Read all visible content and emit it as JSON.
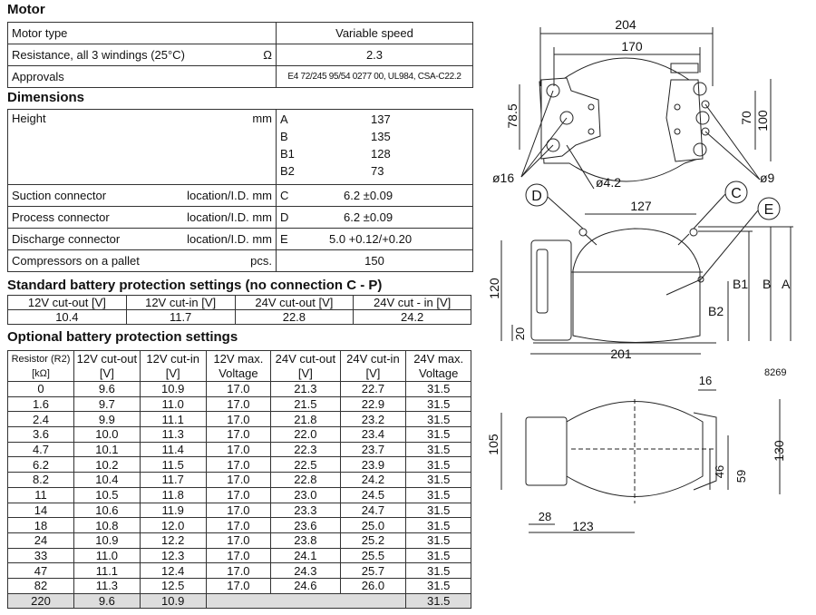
{
  "motor": {
    "heading": "Motor",
    "rows": [
      {
        "label": "Motor type",
        "unit": "",
        "value": "Variable speed"
      },
      {
        "label": "Resistance, all 3 windings (25°C)",
        "unit": "Ω",
        "value": "2.3"
      },
      {
        "label": "Approvals",
        "unit": "",
        "value": "E4 72/245 95/54 0277 00, UL984, CSA-C22.2"
      }
    ]
  },
  "dimensions": {
    "heading": "Dimensions",
    "height": {
      "label": "Height",
      "unit": "mm",
      "items": [
        {
          "k": "A",
          "v": "137"
        },
        {
          "k": "B",
          "v": "135"
        },
        {
          "k": "B1",
          "v": "128"
        },
        {
          "k": "B2",
          "v": "73"
        }
      ]
    },
    "rows": [
      {
        "label": "Suction connector",
        "unit": "location/I.D. mm",
        "k": "C",
        "v": "6.2 ±0.09"
      },
      {
        "label": "Process connector",
        "unit": "location/I.D. mm",
        "k": "D",
        "v": "6.2 ±0.09"
      },
      {
        "label": "Discharge connector",
        "unit": "location/I.D. mm",
        "k": "E",
        "v": "5.0 +0.12/+0.20"
      },
      {
        "label": "Compressors on a pallet",
        "unit": "pcs.",
        "k": "",
        "v": "150"
      }
    ]
  },
  "standard": {
    "heading": "Standard battery protection settings (no connection C - P)",
    "headers": [
      "12V cut-out [V]",
      "12V cut-in [V]",
      "24V cut-out [V]",
      "24V cut - in [V]"
    ],
    "values": [
      "10.4",
      "11.7",
      "22.8",
      "24.2"
    ]
  },
  "optional": {
    "heading": "Optional battery protection settings",
    "headers": [
      [
        "Resistor (R2)",
        "[kΩ]"
      ],
      [
        "12V cut-out",
        "[V]"
      ],
      [
        "12V cut-in",
        "[V]"
      ],
      [
        "12V max.",
        "Voltage"
      ],
      [
        "24V cut-out",
        "[V]"
      ],
      [
        "24V cut-in",
        "[V]"
      ],
      [
        "24V max.",
        "Voltage"
      ]
    ],
    "rows": [
      [
        "0",
        "9.6",
        "10.9",
        "17.0",
        "21.3",
        "22.7",
        "31.5"
      ],
      [
        "1.6",
        "9.7",
        "11.0",
        "17.0",
        "21.5",
        "22.9",
        "31.5"
      ],
      [
        "2.4",
        "9.9",
        "11.1",
        "17.0",
        "21.8",
        "23.2",
        "31.5"
      ],
      [
        "3.6",
        "10.0",
        "11.3",
        "17.0",
        "22.0",
        "23.4",
        "31.5"
      ],
      [
        "4.7",
        "10.1",
        "11.4",
        "17.0",
        "22.3",
        "23.7",
        "31.5"
      ],
      [
        "6.2",
        "10.2",
        "11.5",
        "17.0",
        "22.5",
        "23.9",
        "31.5"
      ],
      [
        "8.2",
        "10.4",
        "11.7",
        "17.0",
        "22.8",
        "24.2",
        "31.5"
      ],
      [
        "11",
        "10.5",
        "11.8",
        "17.0",
        "23.0",
        "24.5",
        "31.5"
      ],
      [
        "14",
        "10.6",
        "11.9",
        "17.0",
        "23.3",
        "24.7",
        "31.5"
      ],
      [
        "18",
        "10.8",
        "12.0",
        "17.0",
        "23.6",
        "25.0",
        "31.5"
      ],
      [
        "24",
        "10.9",
        "12.2",
        "17.0",
        "23.8",
        "25.2",
        "31.5"
      ],
      [
        "33",
        "11.0",
        "12.3",
        "17.0",
        "24.1",
        "25.5",
        "31.5"
      ],
      [
        "47",
        "11.1",
        "12.4",
        "17.0",
        "24.3",
        "25.7",
        "31.5"
      ],
      [
        "82",
        "11.3",
        "12.5",
        "17.0",
        "24.6",
        "26.0",
        "31.5"
      ]
    ],
    "last": [
      "220",
      "9.6",
      "10.9",
      "31.5"
    ]
  },
  "drawing": {
    "top": {
      "w204": "204",
      "w170": "170",
      "h78": "78.5",
      "h70": "70",
      "h100": "100",
      "d16": "ø16",
      "d42": "ø4.2",
      "d9": "ø9"
    },
    "side": {
      "D": "D",
      "C": "C",
      "E": "E",
      "w127": "127",
      "h120": "120",
      "h20": "20",
      "w201": "201",
      "B1": "B1",
      "B": "B",
      "A": "A",
      "B2": "B2",
      "code": "8269"
    },
    "bottom": {
      "w16": "16",
      "h105": "105",
      "h46": "46",
      "h59": "59",
      "h130": "130",
      "w28": "28",
      "w123": "123"
    }
  }
}
